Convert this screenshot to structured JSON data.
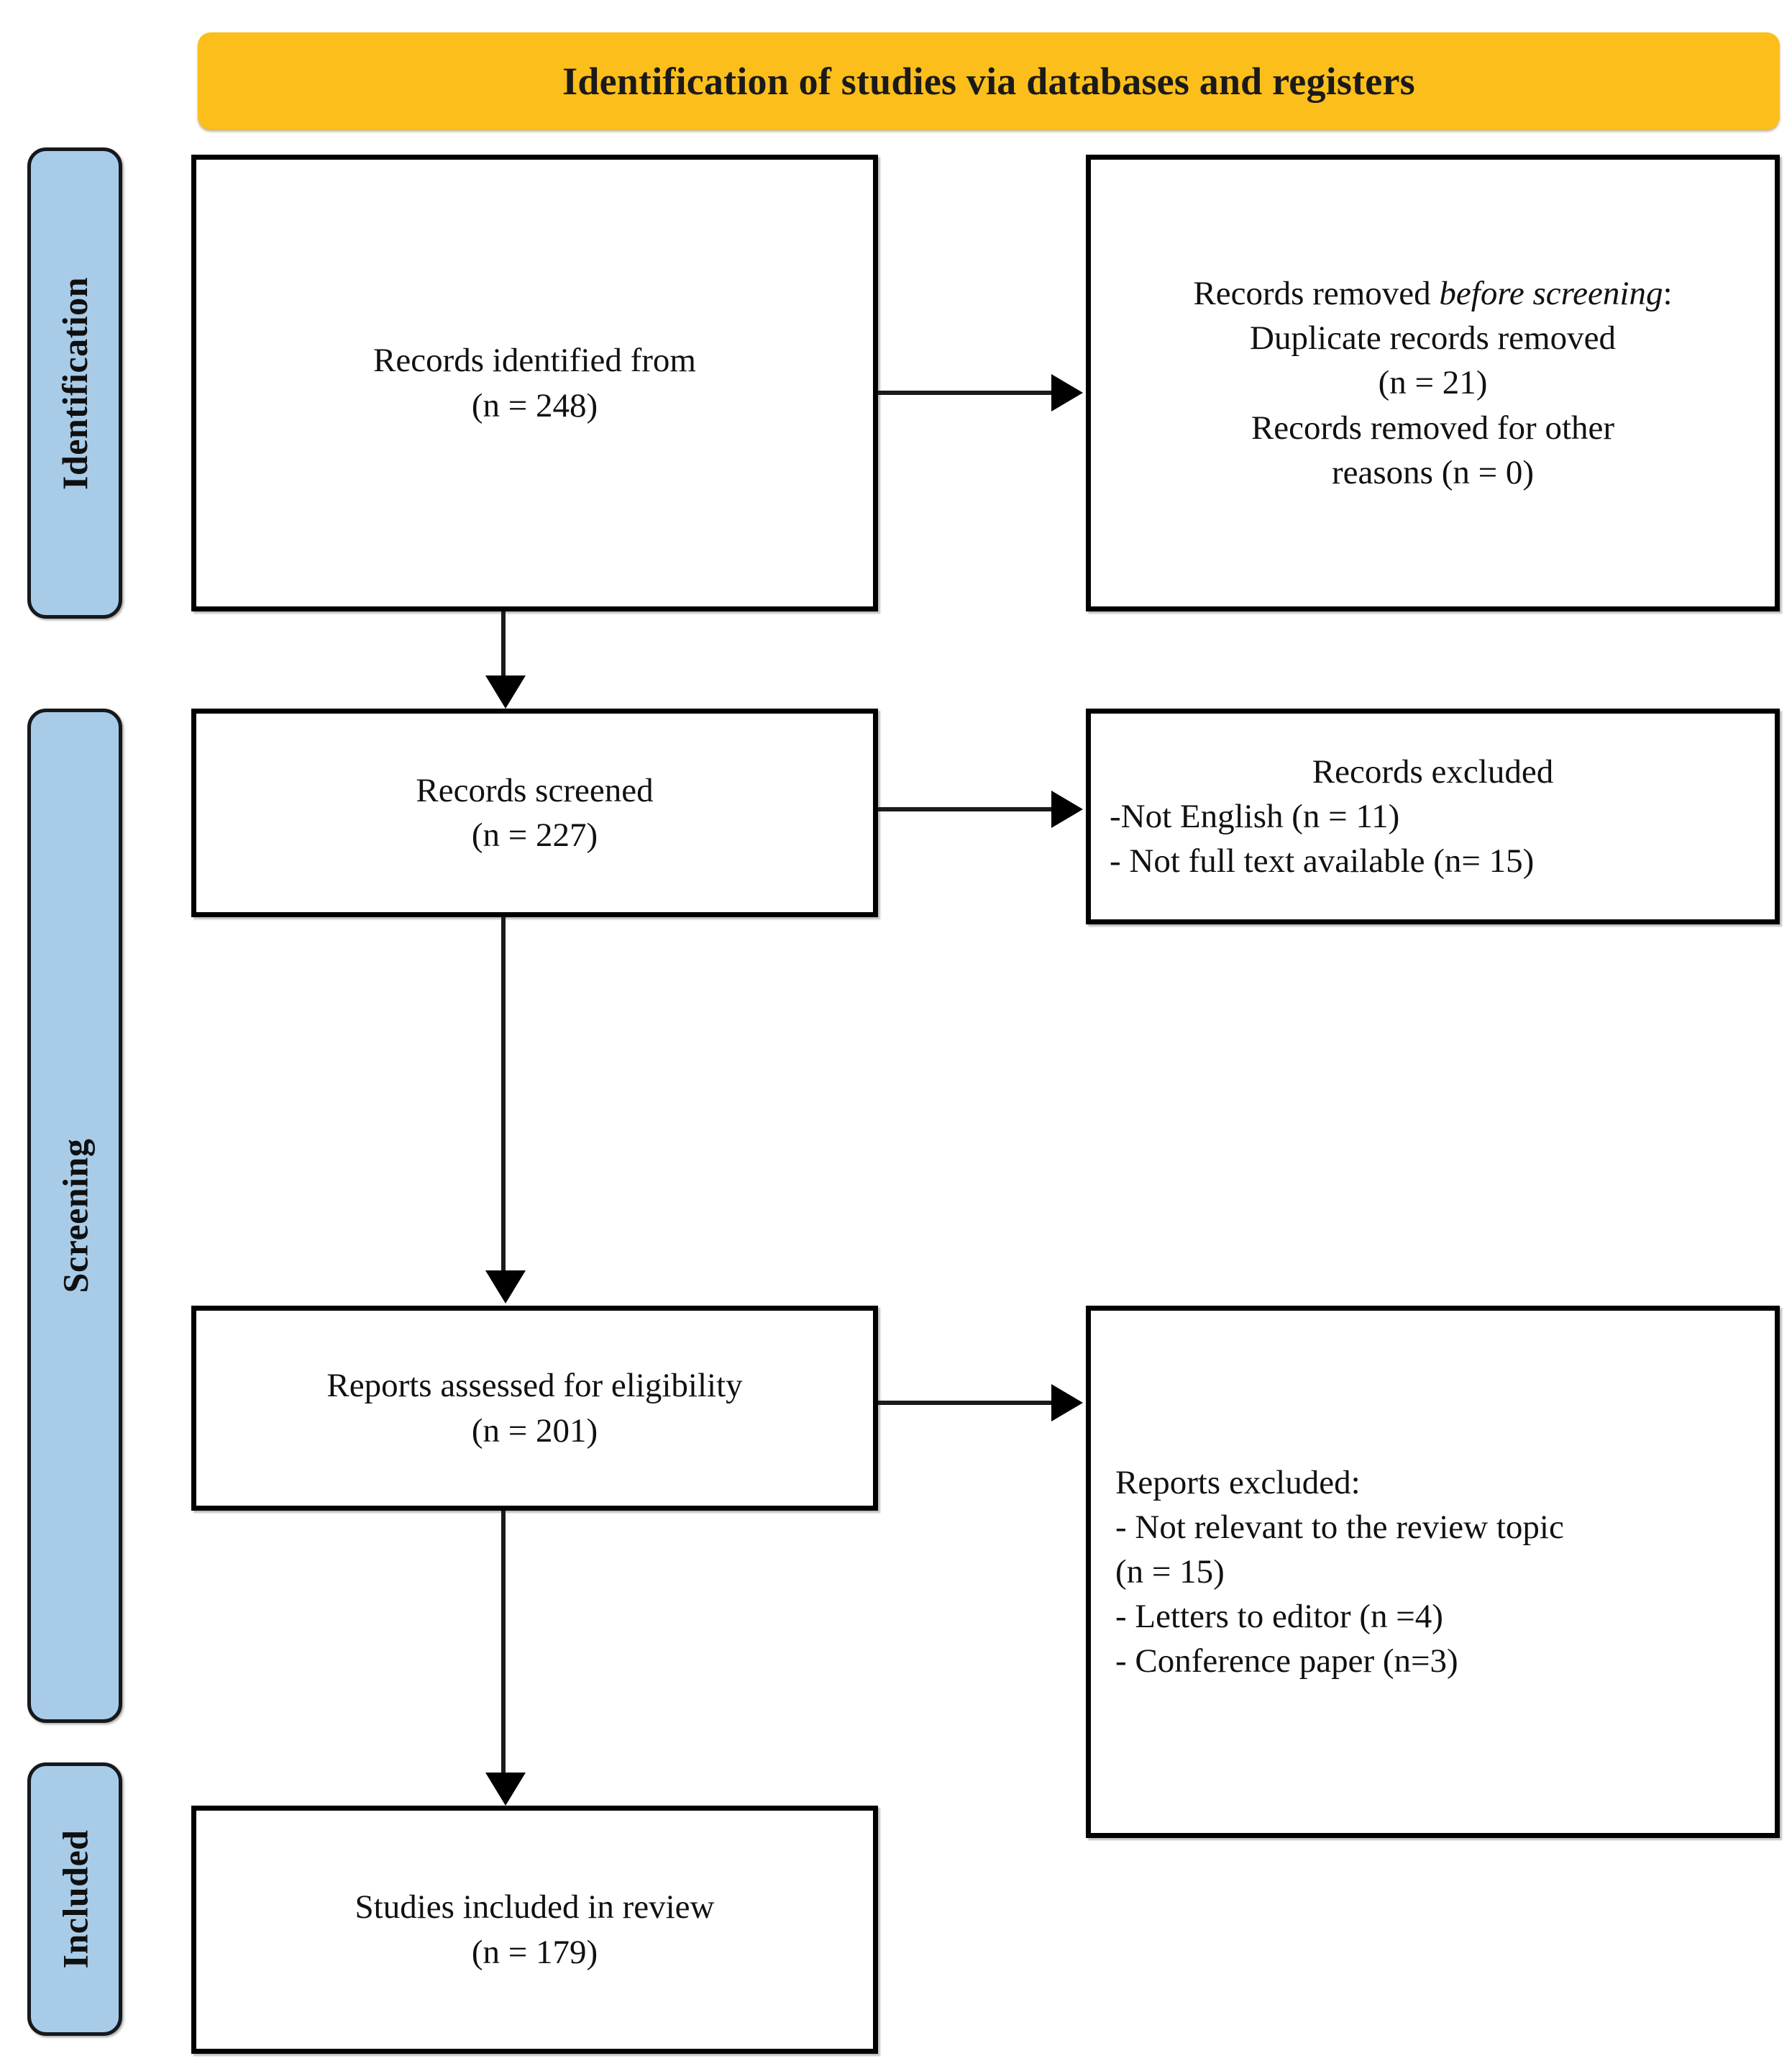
{
  "diagram": {
    "type": "prisma-flow-diagram",
    "banner": {
      "title": "Identification of studies via databases and registers",
      "color": "#FCBE1A"
    },
    "stage_color": "#A8CBE8",
    "stages": [
      {
        "id": "identification",
        "label": "Identification"
      },
      {
        "id": "screening",
        "label": "Screening"
      },
      {
        "id": "included",
        "label": "Included"
      }
    ],
    "boxes": {
      "identified": {
        "line1": "Records identified from",
        "line2": "(n = 248)",
        "n": 248
      },
      "removed_before_screening": {
        "line1_prefix": "Records removed ",
        "line1_italic": "before screening",
        "line1_suffix": ":",
        "line2": "Duplicate records removed",
        "line3": "(n = 21)",
        "line4": "Records removed for other",
        "line5": "reasons (n = 0)",
        "duplicates_n": 21,
        "other_reasons_n": 0
      },
      "screened": {
        "line1": "Records screened",
        "line2": "(n = 227)",
        "n": 227
      },
      "records_excluded": {
        "heading": "Records excluded",
        "line1": "-Not English (n = 11)",
        "line2": "- Not full text available (n= 15)",
        "not_english_n": 11,
        "not_full_text_n": 15
      },
      "eligibility": {
        "line1": "Reports assessed for eligibility",
        "line2": "(n = 201)",
        "n": 201
      },
      "reports_excluded": {
        "heading": "Reports excluded:",
        "line1": "- Not relevant to the review topic",
        "line2": "(n = 15)",
        "line3": "- Letters to editor (n =4)",
        "line4": "- Conference paper (n=3)",
        "not_relevant_n": 15,
        "letters_n": 4,
        "conference_n": 3
      },
      "included": {
        "line1": "Studies included in review",
        "line2": "(n = 179)",
        "n": 179
      }
    },
    "connectors": [
      {
        "id": "identified-to-removed",
        "from": "identified",
        "to": "removed_before_screening",
        "direction": "right"
      },
      {
        "id": "identified-to-screened",
        "from": "identified",
        "to": "screened",
        "direction": "down"
      },
      {
        "id": "screened-to-records-excluded",
        "from": "screened",
        "to": "records_excluded",
        "direction": "right"
      },
      {
        "id": "screened-to-eligibility",
        "from": "screened",
        "to": "eligibility",
        "direction": "down"
      },
      {
        "id": "eligibility-to-reports-excluded",
        "from": "eligibility",
        "to": "reports_excluded",
        "direction": "right"
      },
      {
        "id": "eligibility-to-included",
        "from": "eligibility",
        "to": "included",
        "direction": "down"
      }
    ]
  }
}
